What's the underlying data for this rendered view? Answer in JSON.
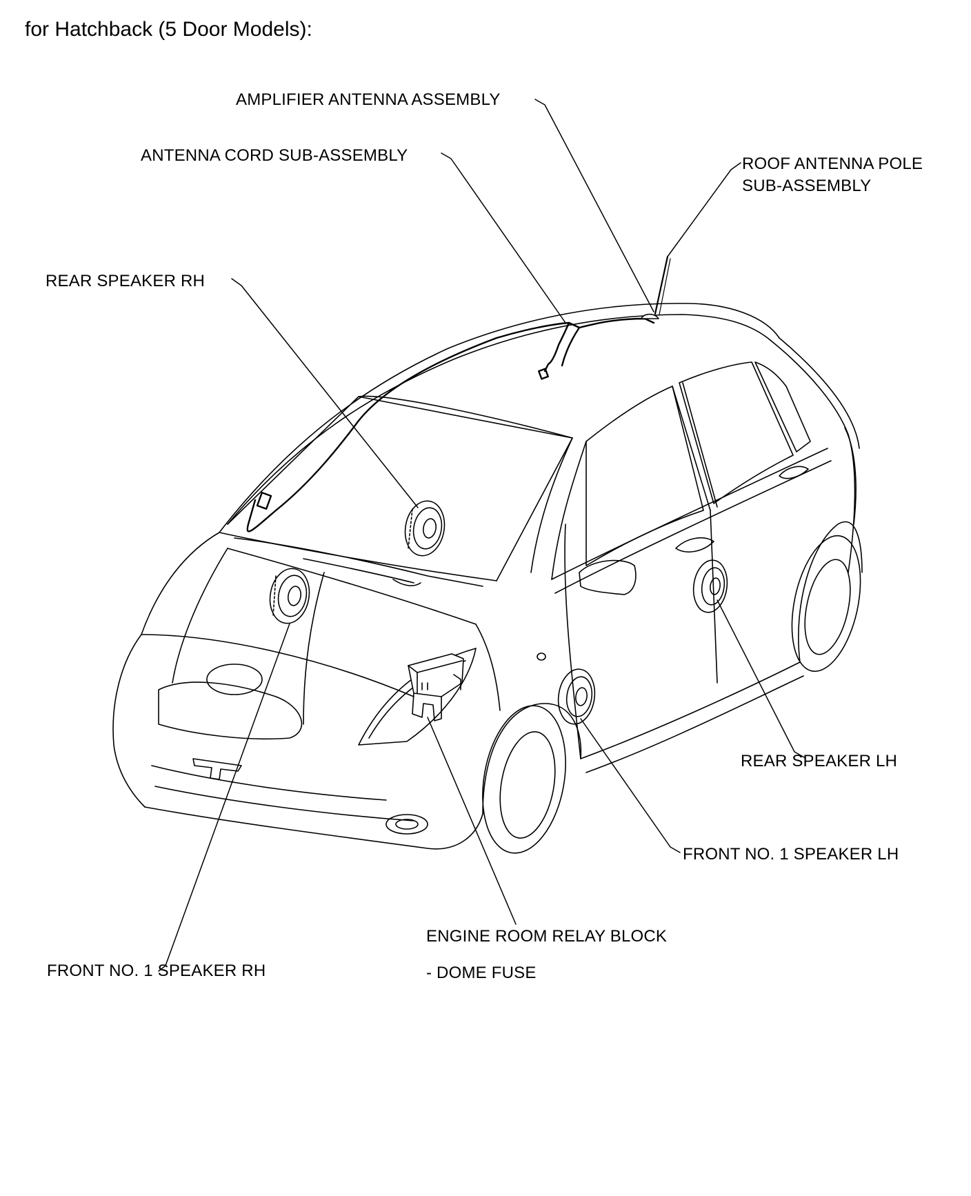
{
  "title": "for Hatchback (5 Door Models):",
  "labels": {
    "amplifier_antenna": "AMPLIFIER ANTENNA ASSEMBLY",
    "antenna_cord": "ANTENNA CORD SUB-ASSEMBLY",
    "roof_pole_line1": "ROOF ANTENNA POLE",
    "roof_pole_line2": "SUB-ASSEMBLY",
    "rear_speaker_rh": "REAR SPEAKER RH",
    "rear_speaker_lh": "REAR SPEAKER LH",
    "front_speaker_lh": "FRONT NO. 1 SPEAKER LH",
    "front_speaker_rh": "FRONT NO. 1 SPEAKER RH",
    "relay_block_line1": "ENGINE ROOM RELAY BLOCK",
    "relay_block_line2": "- DOME FUSE"
  }
}
